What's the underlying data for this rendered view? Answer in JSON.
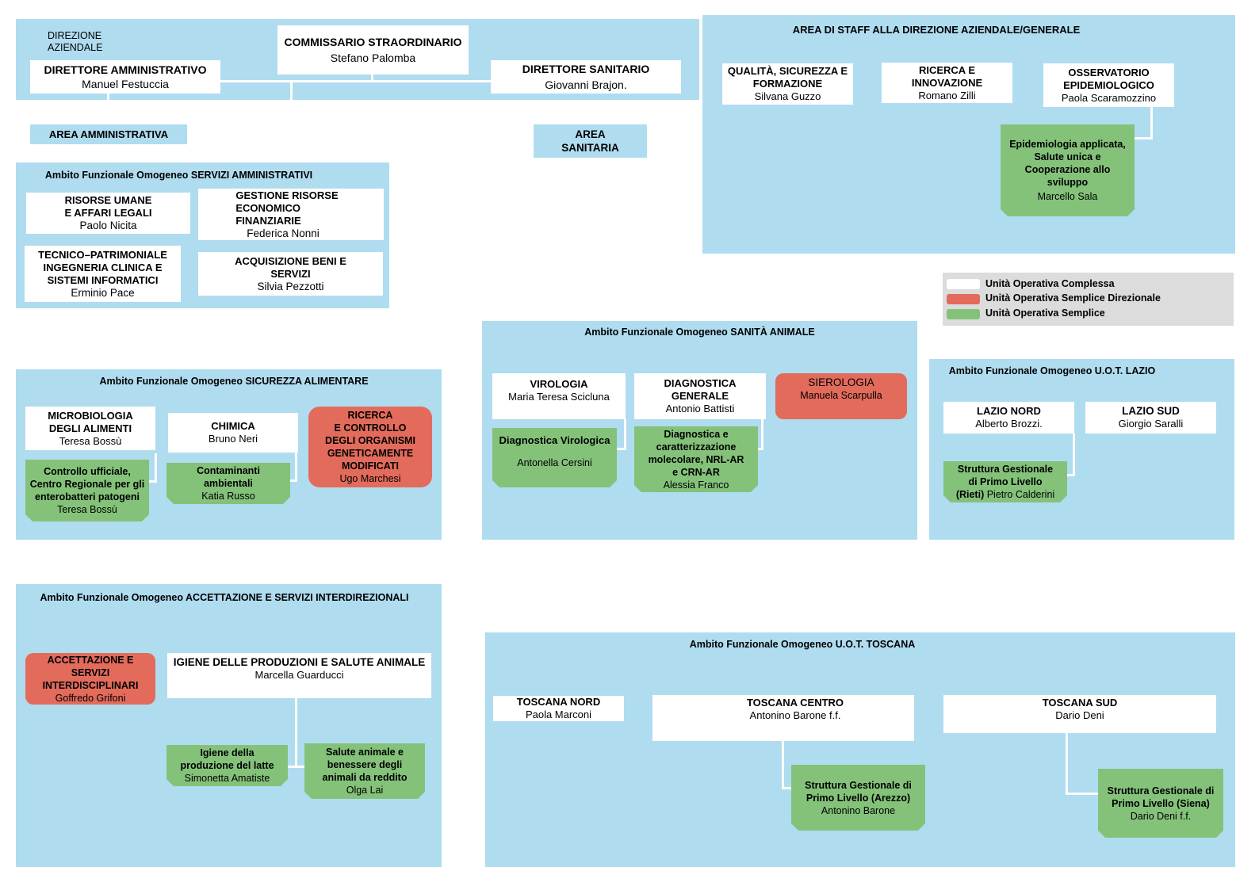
{
  "top": {
    "direzione_label": "DIREZIONE\nAZIENDALE",
    "commissario": {
      "title": "COMMISSARIO STRAORDINARIO",
      "name": "Stefano Palomba"
    },
    "dir_amm": {
      "title": "DIRETTORE AMMINISTRATIVO",
      "name": "Manuel Festuccia"
    },
    "dir_san": {
      "title": "DIRETTORE SANITARIO",
      "name": "Giovanni Brajon."
    },
    "area_amm": "AREA AMMINISTRATIVA",
    "area_san": "AREA\nSANITARIA"
  },
  "staff": {
    "title": "AREA DI STAFF ALLA DIREZIONE AZIENDALE/GENERALE",
    "qualita": {
      "title": "QUALITÀ, SICUREZZA E\nFORMAZIONE",
      "name": "Silvana Guzzo"
    },
    "ricerca": {
      "title": "RICERCA E\nINNOVAZIONE",
      "name": "Romano Zilli"
    },
    "osservatorio": {
      "title": "OSSERVATORIO\nEPIDEMIOLOGICO",
      "name": "Paola Scaramozzino"
    },
    "epidem": {
      "title": "Epidemiologia applicata,\nSalute unica e\nCooperazione allo\nsviluppo",
      "name": "Marcello Sala"
    }
  },
  "legend": {
    "complessa": "Unità Operativa Complessa",
    "semplice_dir": "Unità Operativa Semplice Direzionale",
    "semplice": "Unità Operativa Semplice",
    "colors": {
      "complessa": "#ffffff",
      "semplice_dir": "#e36b5c",
      "semplice": "#84c27a"
    }
  },
  "servizi_amm": {
    "title": "Ambito Funzionale Omogeneo SERVIZI AMMINISTRATIVI",
    "risorse": {
      "title": "RISORSE UMANE\nE AFFARI LEGALI",
      "name": "Paolo Nicita"
    },
    "gestione": {
      "title": "GESTIONE RISORSE\nECONOMICO\nFINANZIARIE",
      "name": "Federica Nonni"
    },
    "tecnico": {
      "title": "TECNICO–PATRIMONIALE\nINGEGNERIA CLINICA E\nSISTEMI INFORMATICI",
      "name": "Erminio Pace"
    },
    "acquisizione": {
      "title": "ACQUISIZIONE BENI E\nSERVIZI",
      "name": "Silvia Pezzotti"
    }
  },
  "sicurezza": {
    "title": "Ambito Funzionale Omogeneo SICUREZZA ALIMENTARE",
    "micro": {
      "title": "MICROBIOLOGIA\nDEGLI ALIMENTI",
      "name": "Teresa Bossù"
    },
    "chimica": {
      "title": "CHIMICA",
      "name": "Bruno Neri"
    },
    "ricerca_ogm": {
      "title": "RICERCA\nE CONTROLLO\nDEGLI ORGANISMI\nGENETICAMENTE\nMODIFICATI",
      "name": "Ugo Marchesi"
    },
    "controllo": {
      "title": "Controllo ufficiale,\nCentro Regionale per gli\nenterobatteri patogeni",
      "name": "Teresa Bossù"
    },
    "contaminanti": {
      "title": "Contaminanti\nambientali",
      "name": "Katia Russo"
    }
  },
  "sanita": {
    "title": "Ambito Funzionale Omogeneo SANITÀ ANIMALE",
    "virologia": {
      "title": "VIROLOGIA",
      "name": "Maria Teresa Scicluna"
    },
    "diagnostica": {
      "title": "DIAGNOSTICA\nGENERALE",
      "name": "Antonio Battisti"
    },
    "sierologia": {
      "title": "SIEROLOGIA",
      "name": "Manuela Scarpulla"
    },
    "diag_vir": {
      "title": "Diagnostica Virologica",
      "name": "Antonella Cersini"
    },
    "diag_mol": {
      "title": "Diagnostica e\ncaratterizzazione\nmolecolare, NRL-AR\ne CRN-AR",
      "name": "Alessia Franco"
    }
  },
  "lazio": {
    "title": "Ambito Funzionale Omogeneo U.O.T. LAZIO",
    "nord": {
      "title": "LAZIO NORD",
      "name": "Alberto Brozzi."
    },
    "sud": {
      "title": "LAZIO SUD",
      "name": "Giorgio Saralli"
    },
    "rieti": {
      "title": "Struttura Gestionale\ndi Primo Livello",
      "title2": "(Rieti)",
      "name": "Pietro Calderini"
    }
  },
  "accettazione": {
    "title": "Ambito Funzionale Omogeneo ACCETTAZIONE E SERVIZI INTERDIREZIONALI",
    "acc": {
      "title": "ACCETTAZIONE E\nSERVIZI\nINTERDISCIPLINARI",
      "name": "Goffredo Grifoni"
    },
    "igiene": {
      "title": "IGIENE DELLE PRODUZIONI E SALUTE ANIMALE",
      "name": "Marcella Guarducci"
    },
    "latte": {
      "title": "Igiene della\nproduzione del latte",
      "name": "Simonetta Amatiste"
    },
    "salute": {
      "title": "Salute animale e\nbenessere degli\nanimali da reddito",
      "name": "Olga Lai"
    }
  },
  "toscana": {
    "title": "Ambito Funzionale Omogeneo U.O.T. TOSCANA",
    "nord": {
      "title": "TOSCANA NORD",
      "name": "Paola Marconi"
    },
    "centro": {
      "title": "TOSCANA CENTRO",
      "name": "Antonino Barone f.f."
    },
    "sud": {
      "title": "TOSCANA SUD",
      "name": "Dario Deni"
    },
    "arezzo": {
      "title": "Struttura Gestionale di\nPrimo Livello (Arezzo)",
      "name": "Antonino Barone"
    },
    "siena": {
      "title": "Struttura Gestionale di\nPrimo Livello (Siena)",
      "name": "Dario Deni f.f."
    }
  }
}
